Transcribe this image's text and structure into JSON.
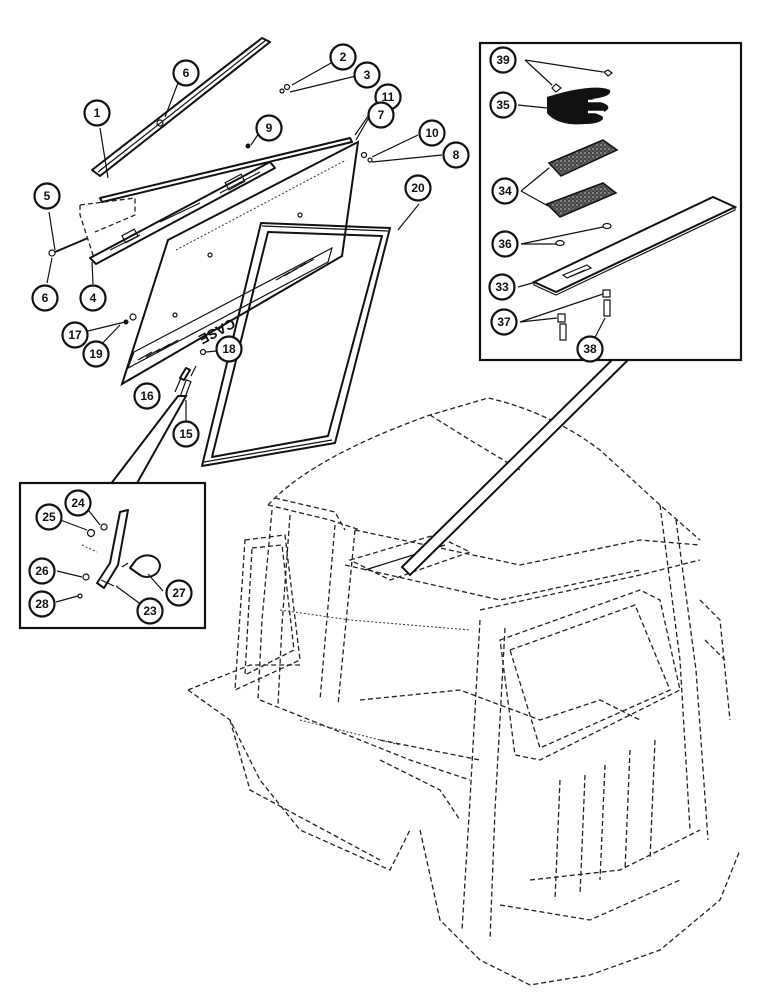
{
  "callouts": {
    "c1": "1",
    "c2": "2",
    "c3": "3",
    "c4": "4",
    "c5": "5",
    "c6a": "6",
    "c6b": "6",
    "c7": "7",
    "c8": "8",
    "c9": "9",
    "c10": "10",
    "c11": "11",
    "c15": "15",
    "c16": "16",
    "c17": "17",
    "c18": "18",
    "c19": "19",
    "c20": "20",
    "c23": "23",
    "c24": "24",
    "c25": "25",
    "c26": "26",
    "c27": "27",
    "c28": "28",
    "c33": "33",
    "c34a": "34",
    "c35": "35",
    "c36": "36",
    "c37": "37",
    "c38": "38",
    "c39": "39"
  },
  "glass_decal_text": "CASE"
}
